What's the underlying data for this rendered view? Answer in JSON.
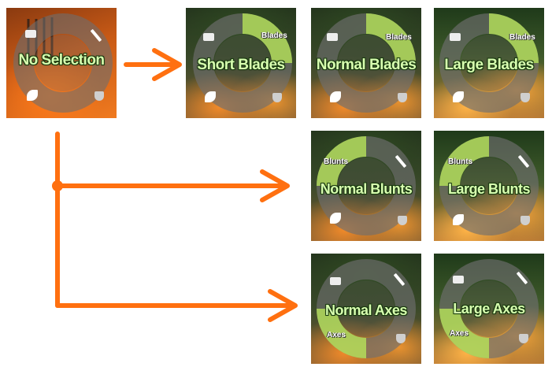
{
  "tiles": {
    "no_selection": {
      "label": "No Selection"
    },
    "short_blades": {
      "label": "Short Blades",
      "tag": "Blades"
    },
    "normal_blades": {
      "label": "Normal Blades",
      "tag": "Blades"
    },
    "large_blades": {
      "label": "Large Blades",
      "tag": "Blades"
    },
    "normal_blunts": {
      "label": "Normal Blunts",
      "tag": "Blunts"
    },
    "large_blunts": {
      "label": "Large Blunts",
      "tag": "Blunts"
    },
    "normal_axes": {
      "label": "Normal Axes",
      "tag": "Axes"
    },
    "large_axes": {
      "label": "Large Axes",
      "tag": "Axes"
    }
  },
  "colors": {
    "arrow": "#ff7010",
    "ring": "#6e6e6e",
    "highlight": "#b6e35a",
    "label_text": "#d8ffb0"
  },
  "icons": [
    "briefcase-icon",
    "sword-icon",
    "axe-icon",
    "shield-icon"
  ]
}
